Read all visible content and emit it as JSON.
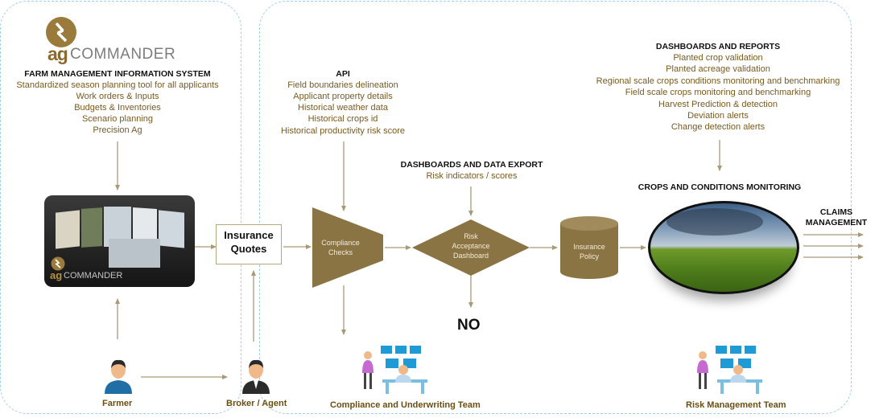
{
  "brand": {
    "ag": "ag",
    "commander": "COMMANDER"
  },
  "fmis": {
    "title": "FARM MANAGEMENT INFORMATION SYSTEM",
    "items": [
      "Standardized season planning tool for all applicants",
      "Work orders & Inputs",
      "Budgets & Inventories",
      "Scenario planning",
      "Precision Ag"
    ]
  },
  "laptop": {
    "brand_ag": "ag",
    "brand_commander": "COMMANDER"
  },
  "insurance_quotes": {
    "line1": "Insurance",
    "line2": "Quotes"
  },
  "api": {
    "title": "API",
    "items": [
      "Field boundaries delineation",
      "Applicant property details",
      "Historical weather data",
      "Historical crops id",
      "Historical productivity risk score"
    ]
  },
  "dashboards_export": {
    "title": "DASHBOARDS AND DATA EXPORT",
    "subtitle": "Risk indicators / scores"
  },
  "compliance_checks": {
    "line1": "Compliance",
    "line2": "Checks"
  },
  "risk_dashboard": {
    "line1": "Risk",
    "line2": "Acceptance",
    "line3": "Dashboard"
  },
  "insurance_policy": {
    "line1": "Insurance",
    "line2": "Policy"
  },
  "no_label": "NO",
  "dashboards_reports": {
    "title": "DASHBOARDS AND REPORTS",
    "items": [
      "Planted crop validation",
      "Planted acreage validation",
      "Regional scale crops conditions monitoring and benchmarking",
      "Field scale crops monitoring and benchmarking",
      "Harvest Prediction & detection",
      "Deviation alerts",
      "Change detection alerts"
    ]
  },
  "crops_monitoring": {
    "title": "CROPS AND CONDITIONS MONITORING"
  },
  "claims": {
    "line1": "CLAIMS",
    "line2": "MANAGEMENT"
  },
  "people": {
    "farmer": "Farmer",
    "broker": "Broker / Agent",
    "compliance_team": "Compliance and Underwriting Team",
    "risk_team": "Risk Management Team"
  },
  "colors": {
    "brown": "#8b7444",
    "dark_brown": "#6a4f12",
    "arrow": "#a89a78",
    "dashed_border": "#9fd0ee",
    "text_brown": "#7a5a1f"
  },
  "icons": [
    "ag-logo-icon",
    "person-icon",
    "team-workstation-icon"
  ]
}
